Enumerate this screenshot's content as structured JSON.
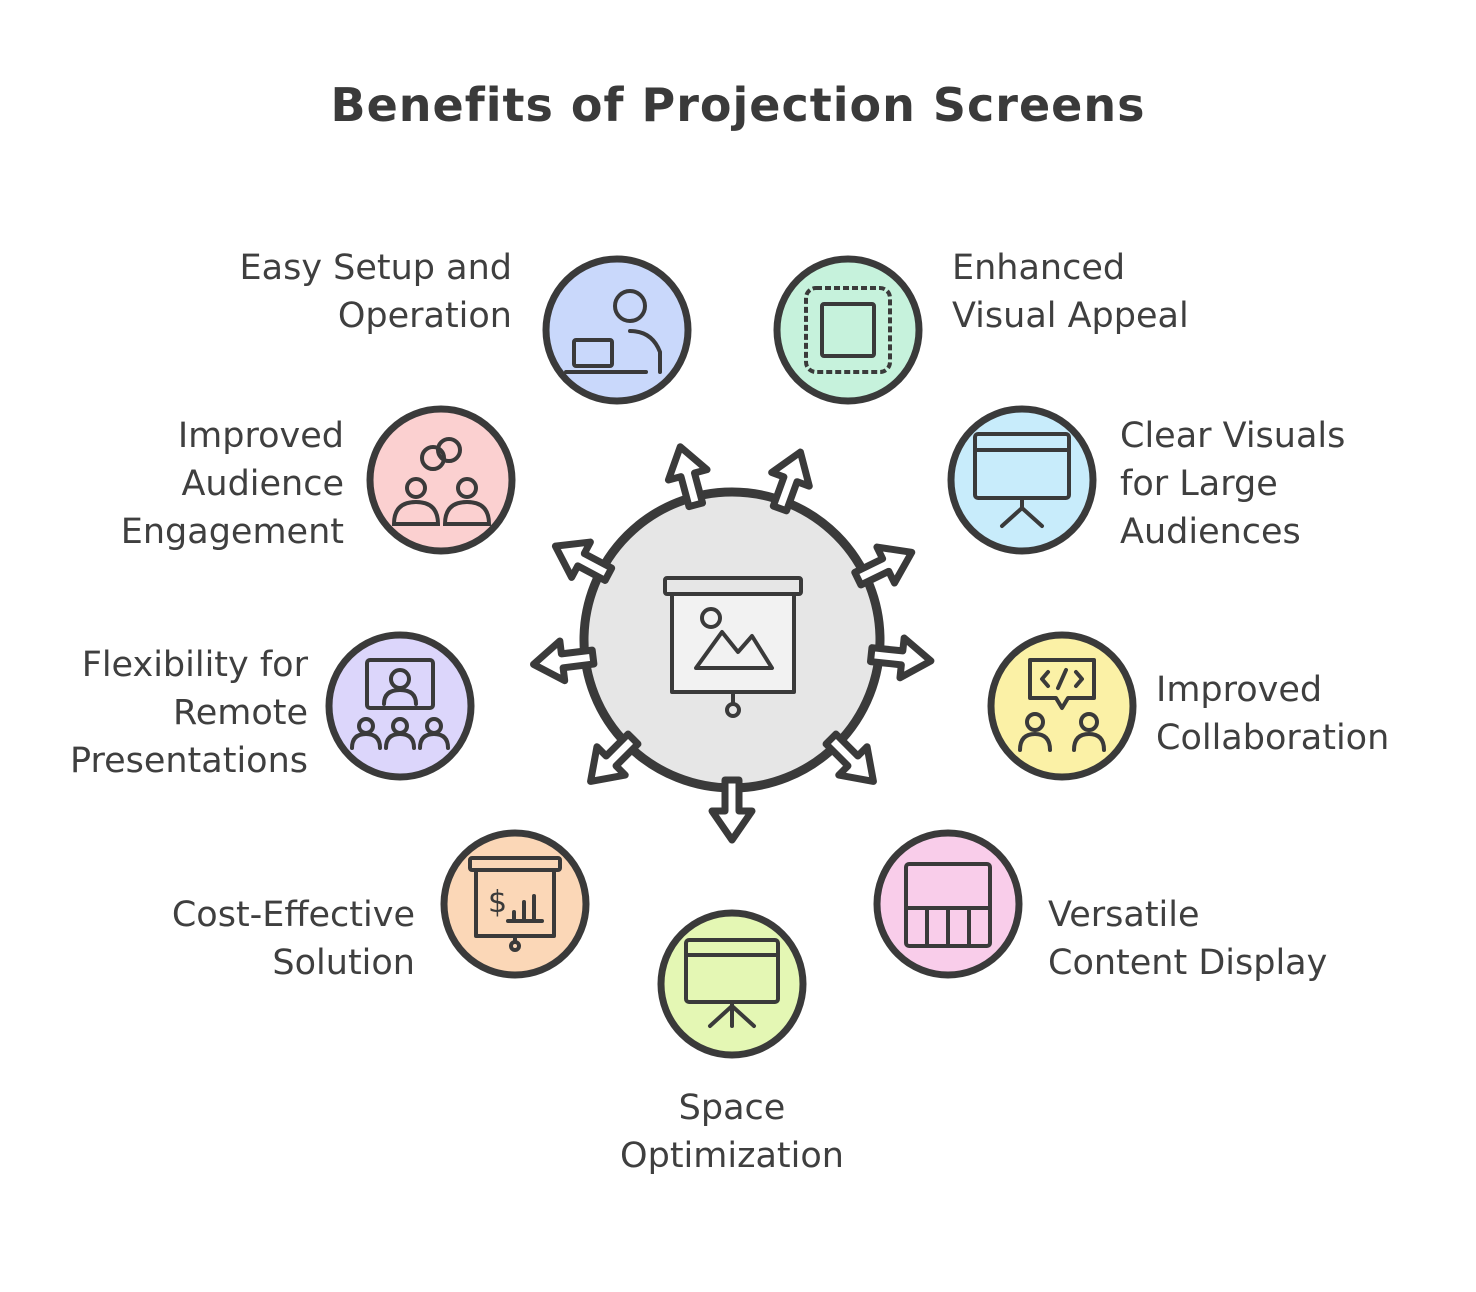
{
  "title": "Benefits of Projection Screens",
  "colors": {
    "stroke": "#3a3a3a",
    "hub_fill": "#e6e6e6",
    "blue": "#c9d8fb",
    "green": "#c6f2dc",
    "red": "#fbd0d0",
    "cyan": "#c8ecfb",
    "purple": "#dcd6fb",
    "yellow": "#fbf1a6",
    "orange": "#fbd7b7",
    "pink": "#f9cdea",
    "lime": "#e4f7b4"
  },
  "hub": {
    "icon": "presentation-screen-icon"
  },
  "benefits": [
    {
      "id": "easy-setup",
      "lines": [
        "Easy Setup and",
        "Operation"
      ],
      "icon": "person-laptop-icon",
      "color": "blue"
    },
    {
      "id": "visual-appeal",
      "lines": [
        "Enhanced",
        "Visual Appeal"
      ],
      "icon": "framed-picture-icon",
      "color": "green"
    },
    {
      "id": "audience-engagement",
      "lines": [
        "Improved",
        "Audience",
        "Engagement"
      ],
      "icon": "people-connected-icon",
      "color": "red"
    },
    {
      "id": "clear-visuals",
      "lines": [
        "Clear Visuals",
        "for Large",
        "Audiences"
      ],
      "icon": "large-screen-icon",
      "color": "cyan"
    },
    {
      "id": "remote-presentations",
      "lines": [
        "Flexibility for",
        "Remote",
        "Presentations"
      ],
      "icon": "video-conference-icon",
      "color": "purple"
    },
    {
      "id": "collaboration",
      "lines": [
        "Improved",
        "Collaboration"
      ],
      "icon": "code-collaboration-icon",
      "color": "yellow"
    },
    {
      "id": "cost-effective",
      "lines": [
        "Cost-Effective",
        "Solution"
      ],
      "icon": "dollar-chart-screen-icon",
      "color": "orange"
    },
    {
      "id": "content-display",
      "lines": [
        "Versatile",
        "Content Display"
      ],
      "icon": "layout-grid-icon",
      "color": "pink"
    },
    {
      "id": "space-optimization",
      "lines": [
        "Space",
        "Optimization"
      ],
      "icon": "tripod-screen-icon",
      "color": "lime"
    }
  ]
}
